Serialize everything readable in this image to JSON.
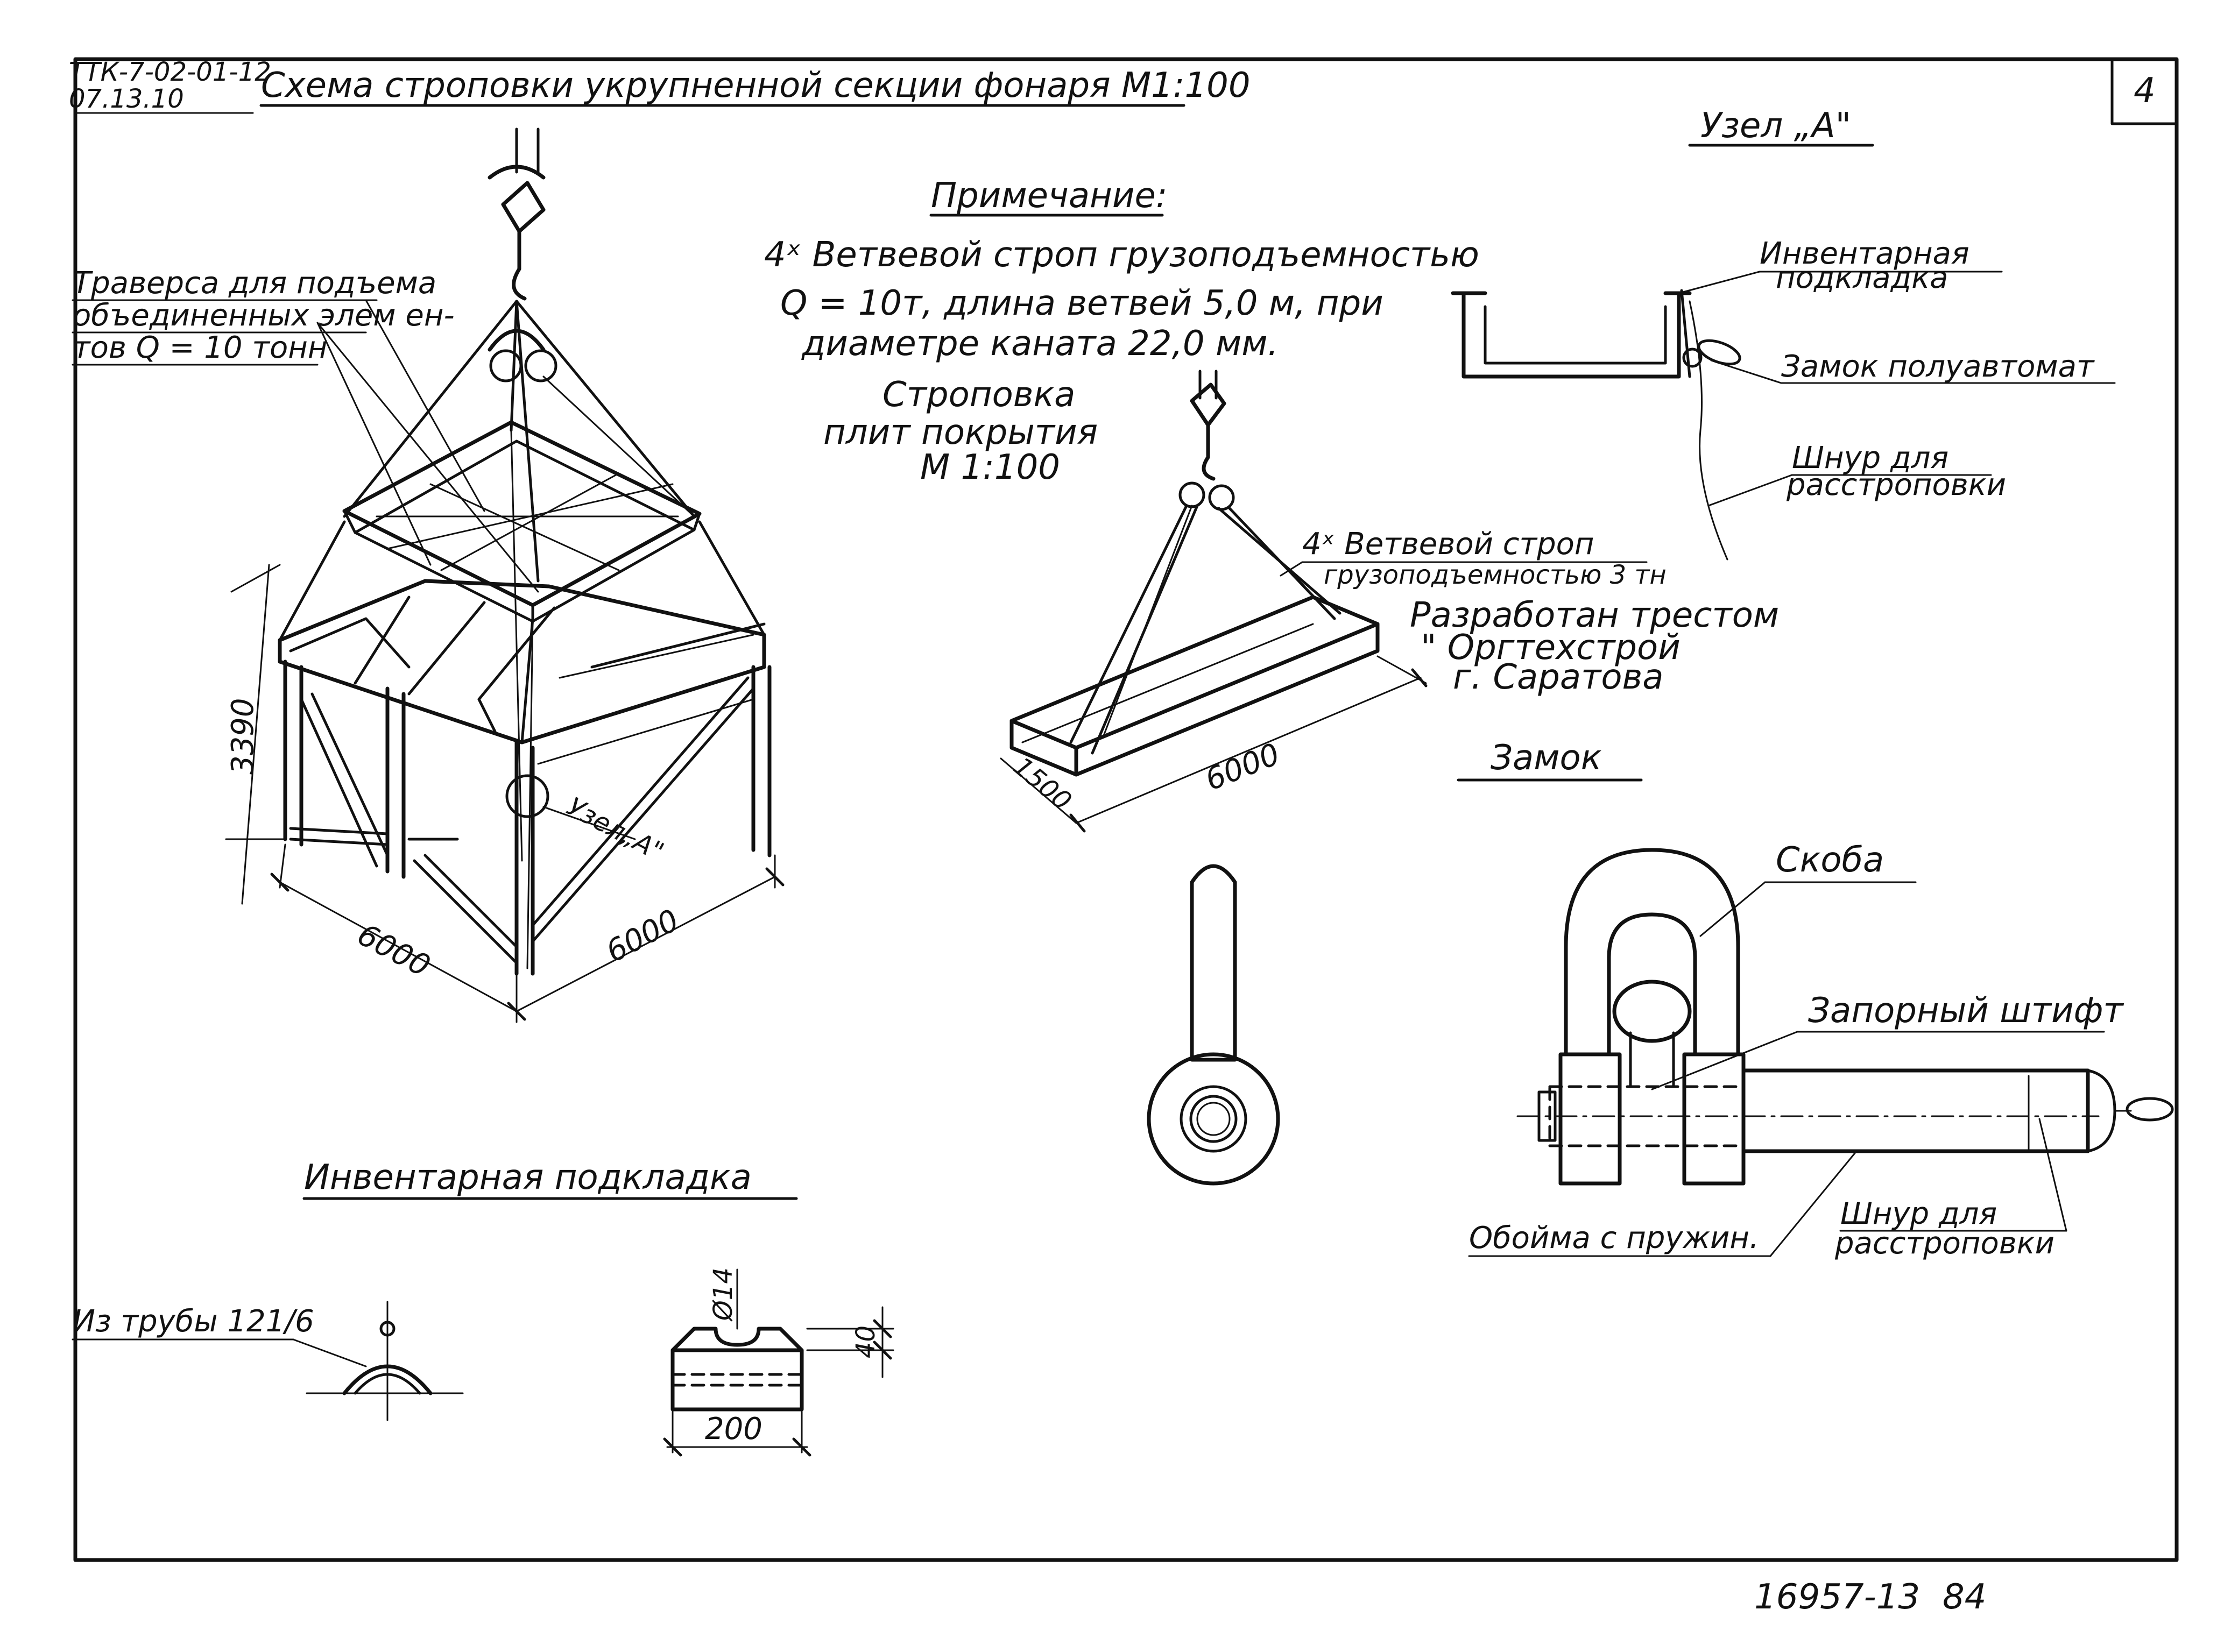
{
  "stamp": {
    "code_line1": "ТТК-7-02-01-12",
    "code_line2": "07.13.10",
    "sheet_number": "4",
    "bottom_code": "16957-13",
    "bottom_page": "84"
  },
  "main_title": "Схема строповки укрупненной секции фонаря М1:100",
  "traverse_label": [
    "Траверса для подъема",
    "объединенных элем ен-",
    "тов  Q = 10 тонн"
  ],
  "dimensions": {
    "height": "3390",
    "width_left": "6000",
    "width_right": "6000",
    "slab_length": "6000",
    "slab_width": "1500",
    "pad_width": "200",
    "pad_height": "40",
    "pad_diameter": "Ø14"
  },
  "node_a_marker": "Узел„А\"",
  "note": {
    "title": "Примечание:",
    "lines": [
      "4ˣ Ветвевой  строп  грузоподъемностью",
      "Q = 10т,  длина  ветвей  5,0 м,  при",
      "диаметре каната  22,0 мм."
    ]
  },
  "slab_scheme": {
    "title": [
      "Строповка",
      "плит  покрытия",
      "М 1:100"
    ],
    "sling_label": [
      "4ˣ Ветвевой  строп",
      "грузоподъемностью 3 тн"
    ]
  },
  "developer": [
    "Разработан трестом",
    "\" Оргтехстрой",
    "г. Саратова"
  ],
  "node_a": {
    "title": "Узел „А\"",
    "labels": {
      "pad": [
        "Инвентарная",
        "подкладка"
      ],
      "lock": "Замок полуавтомат",
      "cord": [
        "Шнур для",
        "расстроповки"
      ]
    }
  },
  "lock_section": {
    "title": "Замок",
    "labels": {
      "shackle": "Скоба",
      "pin": "Запорный штифт",
      "holder": "Обойма с пружин.",
      "cord": [
        "Шнур для",
        "расстроповки"
      ]
    }
  },
  "pad_section": {
    "title": "Инвентарная  подкладка",
    "pipe_label": "Из трубы 121/6"
  }
}
